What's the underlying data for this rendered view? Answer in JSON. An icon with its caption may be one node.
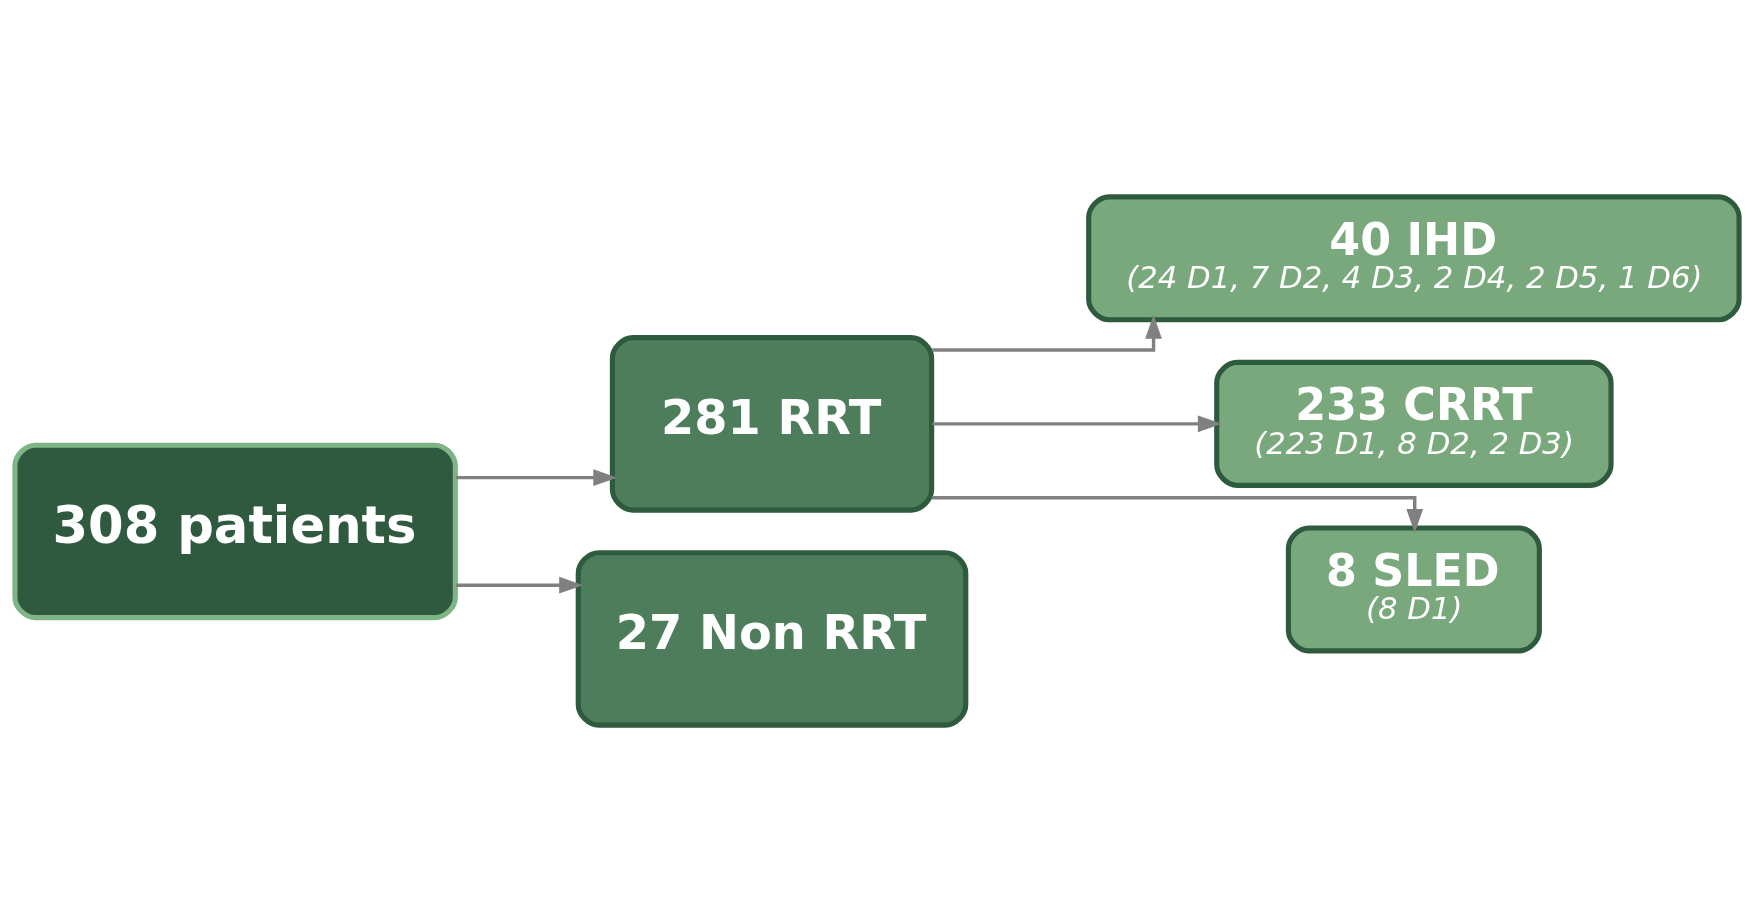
{
  "diagram": {
    "nodes": [
      {
        "text": [
          "308 patients"
        ]
      },
      {
        "text": [
          "281 RRT"
        ]
      },
      {
        "text": [
          "27 Non RRT"
        ]
      },
      {
        "text": [
          "40 IHD",
          "(24 D1, 7 D2, 4 D3, 2 D4, 2 D5, 1 D6)"
        ]
      },
      {
        "text": [
          "233 CRRT",
          "(223 D1, 8 D2, 2 D3)"
        ]
      },
      {
        "text": [
          "8 SLED",
          "(8 D1)"
        ]
      }
    ],
    "edges": [
      {
        "from": 0,
        "to": 1,
        "arrow": "to"
      },
      {
        "from": 0,
        "to": 2,
        "arrow": "to"
      },
      {
        "from": 1,
        "to": 3,
        "arrow": "to"
      },
      {
        "from": 1,
        "to": 4,
        "arrow": "to"
      },
      {
        "from": 1,
        "to": 5,
        "arrow": "to"
      }
    ]
  }
}
